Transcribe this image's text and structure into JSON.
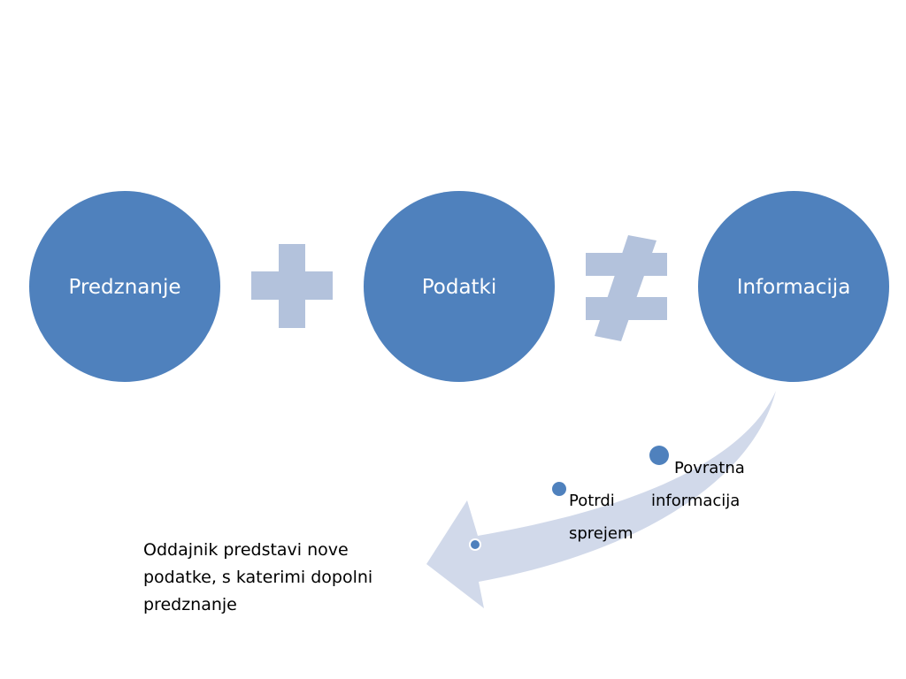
{
  "colors": {
    "circle": "#4f81bd",
    "operator": "#b3c2dc",
    "arrow": "#d1d9ea",
    "dot": "#4f81bd"
  },
  "nodes": [
    {
      "label": "Predznanje"
    },
    {
      "label": "Podatki"
    },
    {
      "label": "Informacija"
    }
  ],
  "operators": {
    "plus": "plus-sign",
    "not_equal": "not-equal-sign"
  },
  "feedback": {
    "step_1": {
      "line_1": "Povratna",
      "line_2": "informacija"
    },
    "step_2": {
      "line_1": "Potrdi",
      "line_2": "sprejem"
    },
    "result": "Oddajnik predstavi nove\npodatke, s katerimi dopolni\npredznanje"
  }
}
